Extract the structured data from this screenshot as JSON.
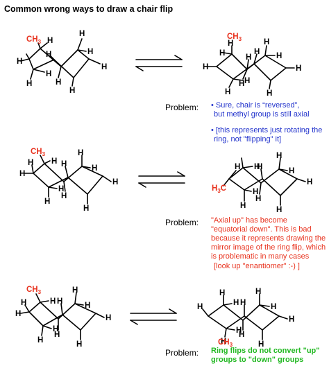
{
  "title": "Common wrong ways to draw a chair flip",
  "atom_labels": {
    "hydrogen": "H",
    "methyl": "CH",
    "methyl_sub": "3",
    "methyl_left": "H",
    "methyl_left_sub": "3",
    "methyl_left_c": "C"
  },
  "problem_label": "Problem:",
  "sections": [
    {
      "note_lines": [
        "• Sure, chair is “reversed”,",
        "but methyl group is still axial"
      ],
      "note_lines_2": [
        "• [this represents just rotating the",
        "ring, not \"flipping\" it]"
      ]
    },
    {
      "note_lines": [
        "\"Axial up\" has become",
        "\"equatorial down\". This is bad",
        "because it represents drawing the",
        "mirror image of the ring flip, which",
        "is problematic in many cases"
      ],
      "note_lines_2": [
        "[look up \"enantiomer\" :-) ]"
      ]
    },
    {
      "note_lines": [
        "Ring flips do not convert \"up\"",
        "groups to \"down\" groups"
      ]
    }
  ],
  "colors": {
    "black": "#000000",
    "methyl_red": "#e8321e",
    "note_blue": "#2233cc",
    "note_red": "#e8321e",
    "note_green": "#22b822"
  }
}
